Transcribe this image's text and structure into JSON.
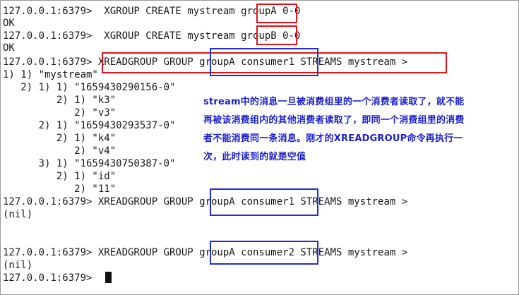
{
  "terminal": {
    "lines": [
      "127.0.0.1:6379>  XGROUP CREATE mystream groupA 0-0",
      "OK",
      "127.0.0.1:6379>  XGROUP CREATE mystream groupB 0-0",
      "OK",
      "127.0.0.1:6379> XREADGROUP GROUP groupA consumer1 STREAMS mystream >",
      "1) 1) \"mystream\"",
      "   2) 1) 1) \"1659430290156-0\"",
      "         2) 1) \"k3\"",
      "            2) \"v3\"",
      "      2) 1) \"1659430293537-0\"",
      "         2) 1) \"k4\"",
      "            2) \"v4\"",
      "      3) 1) \"1659430750387-0\"",
      "         2) 1) \"id\"",
      "            2) \"11\"",
      "127.0.0.1:6379> XREADGROUP GROUP groupA consumer1 STREAMS mystream >",
      "(nil)",
      "",
      "",
      "127.0.0.1:6379> XREADGROUP GROUP groupA consumer2 STREAMS mystream >",
      "(nil)",
      "127.0.0.1:6379> "
    ]
  },
  "annotation": {
    "lines": [
      "stream中的消息一旦被消费组里的一个消费者读取了，就不能",
      "再被该消费组内的其他消费者读取了，即同一个消费组里的消费",
      "者不能消费同一条消息。刚才的XREADGROUP命令再执行一",
      "次，此时读到的就是空值"
    ]
  },
  "colors": {
    "highlight_red": "#e0121a",
    "highlight_blue": "#1d2ee0",
    "annotation_text": "#1a1fd0"
  }
}
